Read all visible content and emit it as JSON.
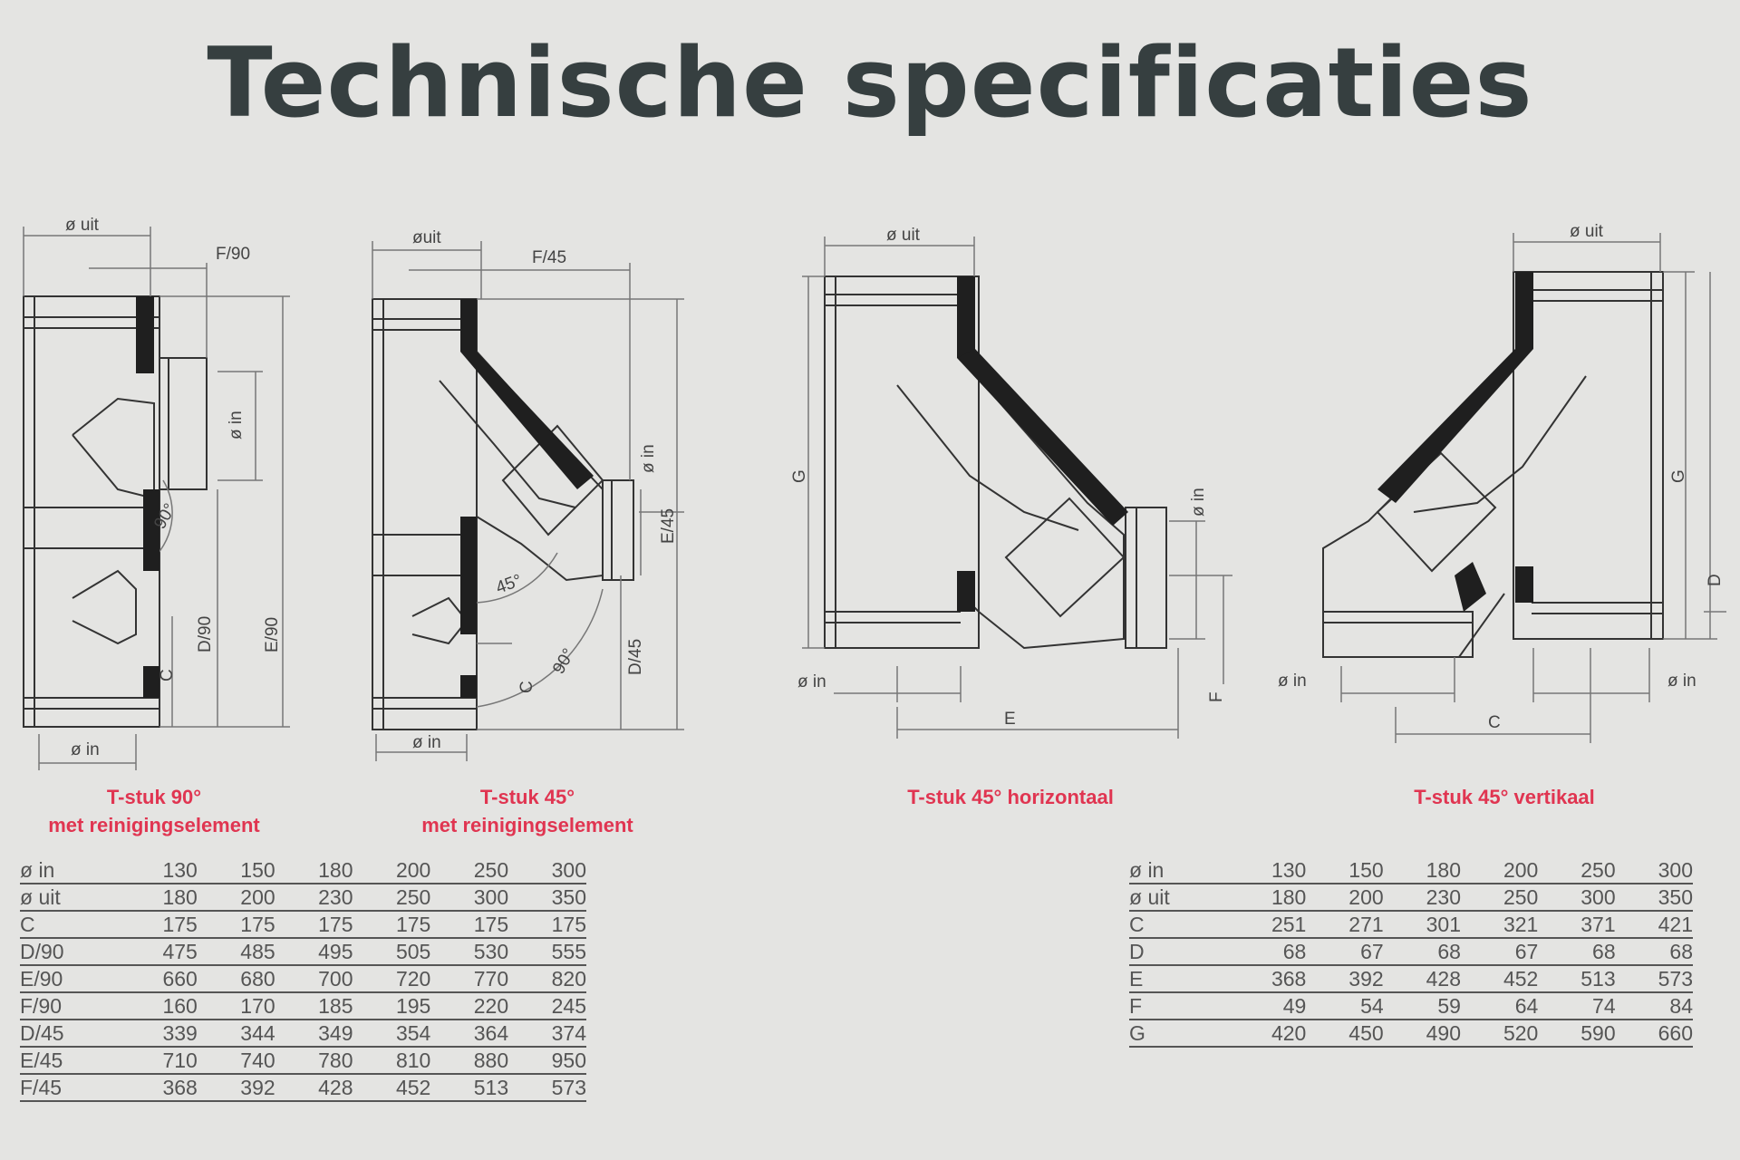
{
  "title": "Technische specificaties",
  "drawings": {
    "d1": {
      "dim_top": "ø uit",
      "dim_right_top": "F/90",
      "dim_side_in": "ø in",
      "angle": "90°",
      "dim_c": "C",
      "dim_d": "D/90",
      "dim_e": "E/90",
      "dim_bottom": "ø in"
    },
    "d2": {
      "dim_top": "øuit",
      "dim_right_top": "F/45",
      "dim_side_in": "ø in",
      "dim_e": "E/45",
      "angle_45": "45°",
      "angle_90": "90°",
      "dim_c": "C",
      "dim_d": "D/45",
      "dim_bottom": "ø in"
    },
    "d3": {
      "dim_top": "ø uit",
      "dim_g": "G",
      "dim_side_in": "ø in",
      "dim_f": "F",
      "dim_left_in": "ø in",
      "dim_e": "E"
    },
    "d4": {
      "dim_top": "ø uit",
      "dim_g": "G",
      "dim_d": "D",
      "dim_left_in": "ø in",
      "dim_right_in": "ø in",
      "dim_c": "C"
    }
  },
  "captions": {
    "c1": [
      "T-stuk 90°",
      "met reinigingselement"
    ],
    "c2": [
      "T-stuk 45°",
      "met reinigingselement"
    ],
    "c3": [
      "T-stuk 45° horizontaal"
    ],
    "c4": [
      "T-stuk 45° vertikaal"
    ]
  },
  "table_left": {
    "header": {
      "label": "ø in",
      "values": [
        "130",
        "150",
        "180",
        "200",
        "250",
        "300"
      ]
    },
    "rows": [
      {
        "label": "ø uit",
        "values": [
          "180",
          "200",
          "230",
          "250",
          "300",
          "350"
        ]
      },
      {
        "label": "C",
        "values": [
          "175",
          "175",
          "175",
          "175",
          "175",
          "175"
        ]
      },
      {
        "label": "D/90",
        "values": [
          "475",
          "485",
          "495",
          "505",
          "530",
          "555"
        ]
      },
      {
        "label": "E/90",
        "values": [
          "660",
          "680",
          "700",
          "720",
          "770",
          "820"
        ]
      },
      {
        "label": "F/90",
        "values": [
          "160",
          "170",
          "185",
          "195",
          "220",
          "245"
        ]
      },
      {
        "label": "D/45",
        "values": [
          "339",
          "344",
          "349",
          "354",
          "364",
          "374"
        ]
      },
      {
        "label": "E/45",
        "values": [
          "710",
          "740",
          "780",
          "810",
          "880",
          "950"
        ]
      },
      {
        "label": "F/45",
        "values": [
          "368",
          "392",
          "428",
          "452",
          "513",
          "573"
        ]
      }
    ]
  },
  "table_right": {
    "header": {
      "label": "ø in",
      "values": [
        "130",
        "150",
        "180",
        "200",
        "250",
        "300"
      ]
    },
    "rows": [
      {
        "label": "ø uit",
        "values": [
          "180",
          "200",
          "230",
          "250",
          "300",
          "350"
        ]
      },
      {
        "label": "C",
        "values": [
          "251",
          "271",
          "301",
          "321",
          "371",
          "421"
        ]
      },
      {
        "label": "D",
        "values": [
          "68",
          "67",
          "68",
          "67",
          "68",
          "68"
        ]
      },
      {
        "label": "E",
        "values": [
          "368",
          "392",
          "428",
          "452",
          "513",
          "573"
        ]
      },
      {
        "label": "F",
        "values": [
          "49",
          "54",
          "59",
          "64",
          "74",
          "84"
        ]
      },
      {
        "label": "G",
        "values": [
          "420",
          "450",
          "490",
          "520",
          "590",
          "660"
        ]
      }
    ]
  },
  "colors": {
    "background": "#e4e4e2",
    "title": "#363f40",
    "caption": "#e03551",
    "line": "#333333"
  }
}
